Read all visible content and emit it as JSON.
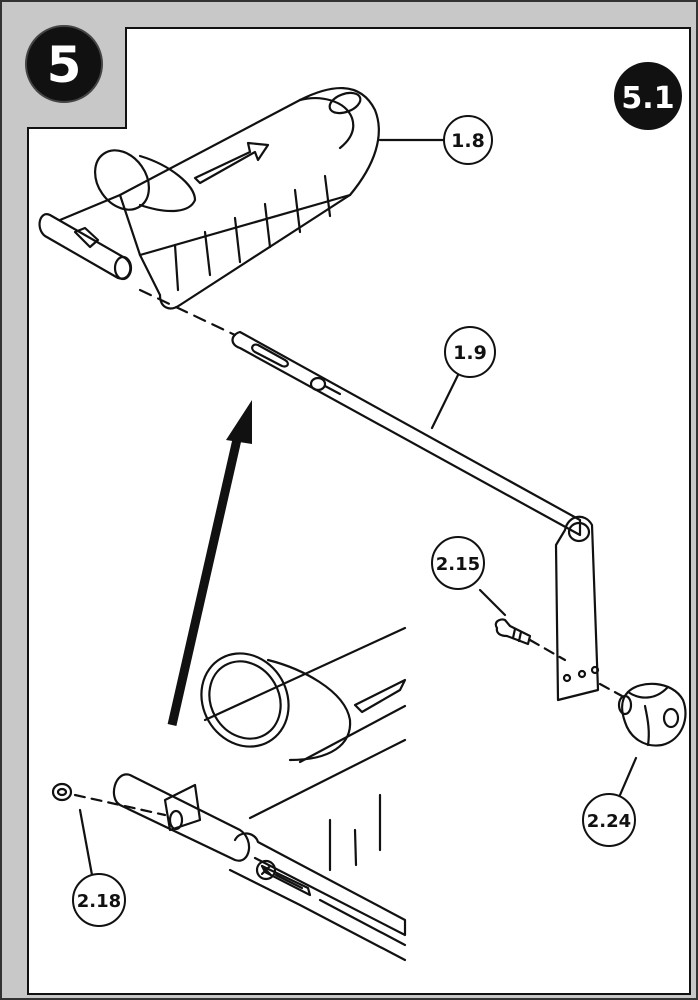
{
  "step": {
    "number": "5",
    "sub_step": "5.1"
  },
  "colors": {
    "panel_background": "#c8c8c8",
    "badge_fill": "#111111",
    "badge_text": "#ffffff",
    "line": "#111111",
    "drawing_background": "#ffffff"
  },
  "parts": [
    {
      "id": "1.8",
      "label": "1.8",
      "description_icon": "handle-housing"
    },
    {
      "id": "1.9",
      "label": "1.9",
      "description_icon": "lever-bar"
    },
    {
      "id": "2.15",
      "label": "2.15",
      "description_icon": "screw"
    },
    {
      "id": "2.24",
      "label": "2.24",
      "description_icon": "knob"
    },
    {
      "id": "2.18",
      "label": "2.18",
      "description_icon": "nut"
    }
  ],
  "assembly_arrow": "up-arrow-icon"
}
